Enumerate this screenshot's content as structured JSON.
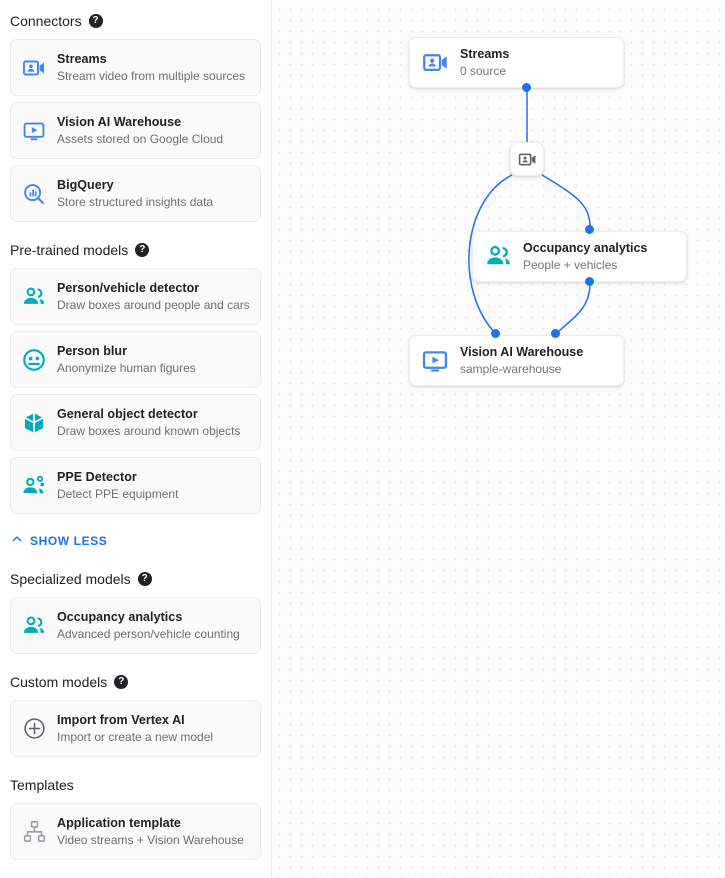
{
  "sidebar": {
    "sections": [
      {
        "id": "connectors",
        "title": "Connectors",
        "has_help": true,
        "items": [
          {
            "icon": "video-camera-person-icon",
            "title": "Streams",
            "subtitle": "Stream video from multiple sources",
            "color": "#4285f4"
          },
          {
            "icon": "monitor-play-icon",
            "title": "Vision AI Warehouse",
            "subtitle": "Assets stored on Google Cloud",
            "color": "#4285f4"
          },
          {
            "icon": "bigquery-magnifier-icon",
            "title": "BigQuery",
            "subtitle": "Store structured insights data",
            "color": "#4285f4"
          }
        ]
      },
      {
        "id": "pre-trained-models",
        "title": "Pre-trained models",
        "has_help": true,
        "items": [
          {
            "icon": "person-vehicle-icon",
            "title": "Person/vehicle detector",
            "subtitle": "Draw boxes around people and cars",
            "color": "#00acc1"
          },
          {
            "icon": "person-blur-icon",
            "title": "Person blur",
            "subtitle": "Anonymize human figures",
            "color": "#00acc1"
          },
          {
            "icon": "cube-object-icon",
            "title": "General object detector",
            "subtitle": "Draw boxes around known objects",
            "color": "#00acc1"
          },
          {
            "icon": "ppe-detector-icon",
            "title": "PPE Detector",
            "subtitle": "Detect PPE equipment",
            "color": "#00acc1"
          }
        ],
        "toggle": {
          "label": "SHOW LESS",
          "icon": "chevron-up-icon",
          "color": "#1a73e8"
        }
      },
      {
        "id": "specialized-models",
        "title": "Specialized models",
        "has_help": true,
        "items": [
          {
            "icon": "occupancy-people-icon",
            "title": "Occupancy analytics",
            "subtitle": "Advanced person/vehicle counting",
            "color": "#00acc1"
          }
        ]
      },
      {
        "id": "custom-models",
        "title": "Custom models",
        "has_help": true,
        "items": [
          {
            "icon": "plus-circle-icon",
            "title": "Import from Vertex AI",
            "subtitle": "Import or create a new model",
            "color": "#5f6368"
          }
        ]
      },
      {
        "id": "templates",
        "title": "Templates",
        "has_help": false,
        "items": [
          {
            "icon": "account-tree-icon",
            "title": "Application template",
            "subtitle": "Video streams + Vision Warehouse",
            "color": "#9aa0a6"
          }
        ]
      }
    ],
    "help_glyph": "?"
  },
  "canvas": {
    "nodes": [
      {
        "id": "streams",
        "icon": "video-camera-person-icon",
        "title": "Streams",
        "subtitle": "0 source",
        "color": "#4285f4"
      },
      {
        "id": "occupancy",
        "icon": "occupancy-people-icon",
        "title": "Occupancy analytics",
        "subtitle": "People + vehicles",
        "color": "#00acc1"
      },
      {
        "id": "warehouse",
        "icon": "monitor-play-icon",
        "title": "Vision AI Warehouse",
        "subtitle": "sample-warehouse",
        "color": "#4285f4"
      }
    ],
    "badge": {
      "id": "stream-badge",
      "icon": "video-camera-person-icon",
      "color": "#5f6368"
    },
    "edge_color": "#1a73e8",
    "port_color": "#1a73e8",
    "grid_dot_color": "#e4e6e8",
    "background": "#fcfcfc"
  }
}
